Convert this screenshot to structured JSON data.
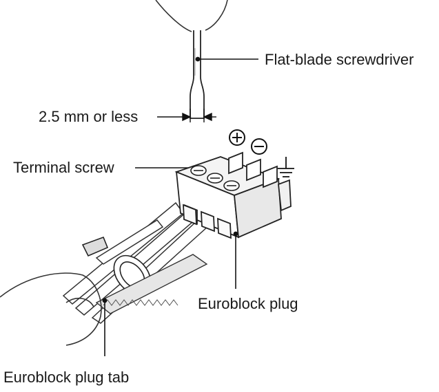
{
  "labels": {
    "screwdriver": "Flat-blade screwdriver",
    "blade_width": "2.5 mm or less",
    "terminal_screw": "Terminal screw",
    "plug": "Euroblock plug",
    "plug_tab": "Euroblock plug tab"
  },
  "symbols": {
    "plus": "plus-circle-icon",
    "minus": "minus-circle-icon",
    "ground": "ground-icon"
  }
}
